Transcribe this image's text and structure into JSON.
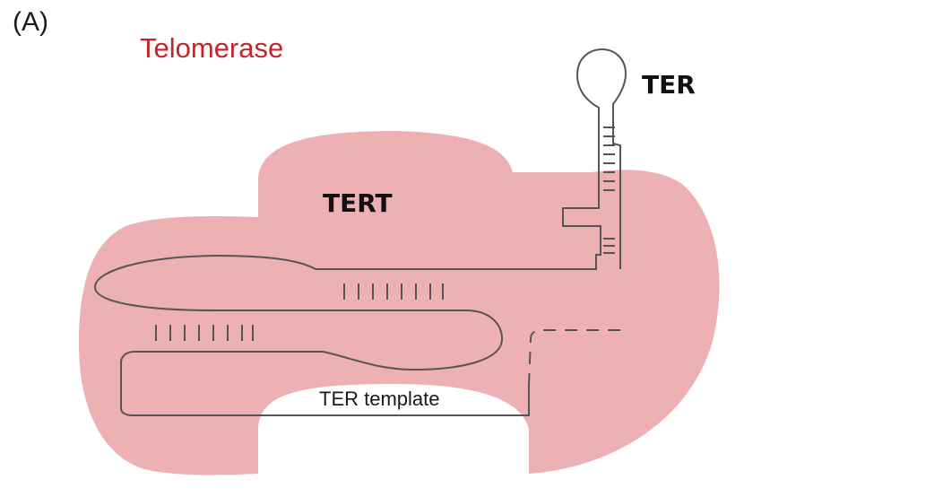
{
  "labels": {
    "panel": "(A)",
    "title": "Telomerase",
    "protein": "TERT",
    "rna": "TER",
    "template": "TER template"
  },
  "colors": {
    "title": "#c0272d",
    "protein_fill": "#eeb1b3",
    "rna_stroke": "#555555",
    "text": "#111111"
  }
}
